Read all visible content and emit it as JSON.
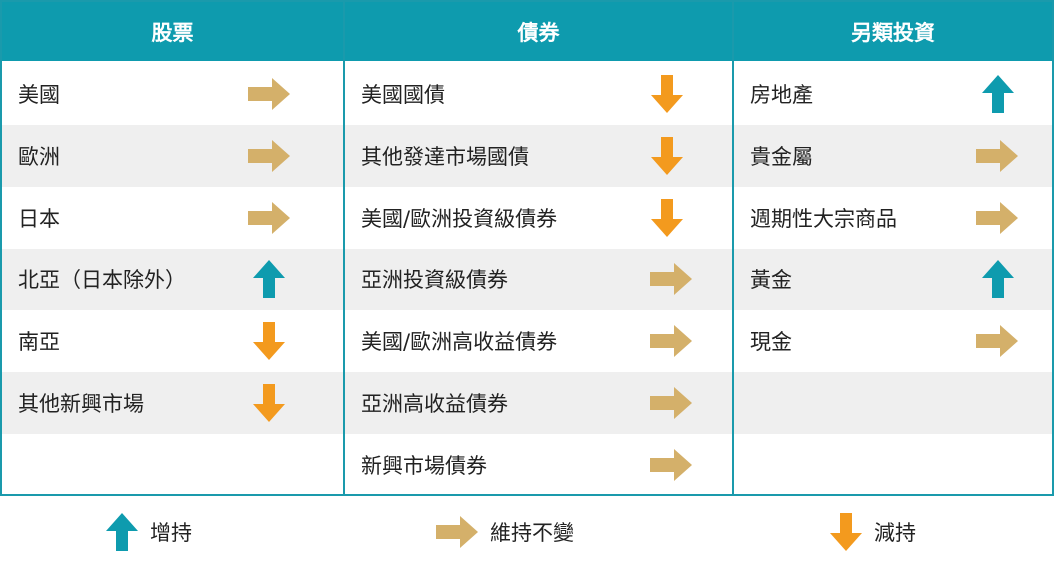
{
  "colors": {
    "header_bg": "#0e9bae",
    "border": "#1a9aac",
    "increase": "#0e9bae",
    "maintain": "#d4b06a",
    "decrease": "#f39a1e",
    "stripe": "#efefef"
  },
  "columns": [
    {
      "title": "股票",
      "rows": [
        {
          "label": "美國",
          "icon": "arrow-right-icon"
        },
        {
          "label": "歐洲",
          "icon": "arrow-right-icon"
        },
        {
          "label": "日本",
          "icon": "arrow-right-icon"
        },
        {
          "label": "北亞（日本除外）",
          "icon": "arrow-up-icon"
        },
        {
          "label": "南亞",
          "icon": "arrow-down-icon"
        },
        {
          "label": "其他新興市場",
          "icon": "arrow-down-icon"
        }
      ]
    },
    {
      "title": "債券",
      "rows": [
        {
          "label": "美國國債",
          "icon": "arrow-down-icon"
        },
        {
          "label": "其他發達市場國債",
          "icon": "arrow-down-icon"
        },
        {
          "label": "美國/歐洲投資級債券",
          "icon": "arrow-down-icon"
        },
        {
          "label": "亞洲投資級債券",
          "icon": "arrow-right-icon"
        },
        {
          "label": "美國/歐洲高收益債券",
          "icon": "arrow-right-icon"
        },
        {
          "label": "亞洲高收益債券",
          "icon": "arrow-right-icon"
        },
        {
          "label": "新興市場債券",
          "icon": "arrow-right-icon"
        }
      ]
    },
    {
      "title": "另類投資",
      "rows": [
        {
          "label": "房地產",
          "icon": "arrow-up-icon"
        },
        {
          "label": "貴金屬",
          "icon": "arrow-right-icon"
        },
        {
          "label": "週期性大宗商品",
          "icon": "arrow-right-icon"
        },
        {
          "label": "黃金",
          "icon": "arrow-up-icon"
        },
        {
          "label": "現金",
          "icon": "arrow-right-icon"
        }
      ]
    }
  ],
  "legend": {
    "increase": "增持",
    "maintain": "維持不變",
    "decrease": "減持"
  }
}
